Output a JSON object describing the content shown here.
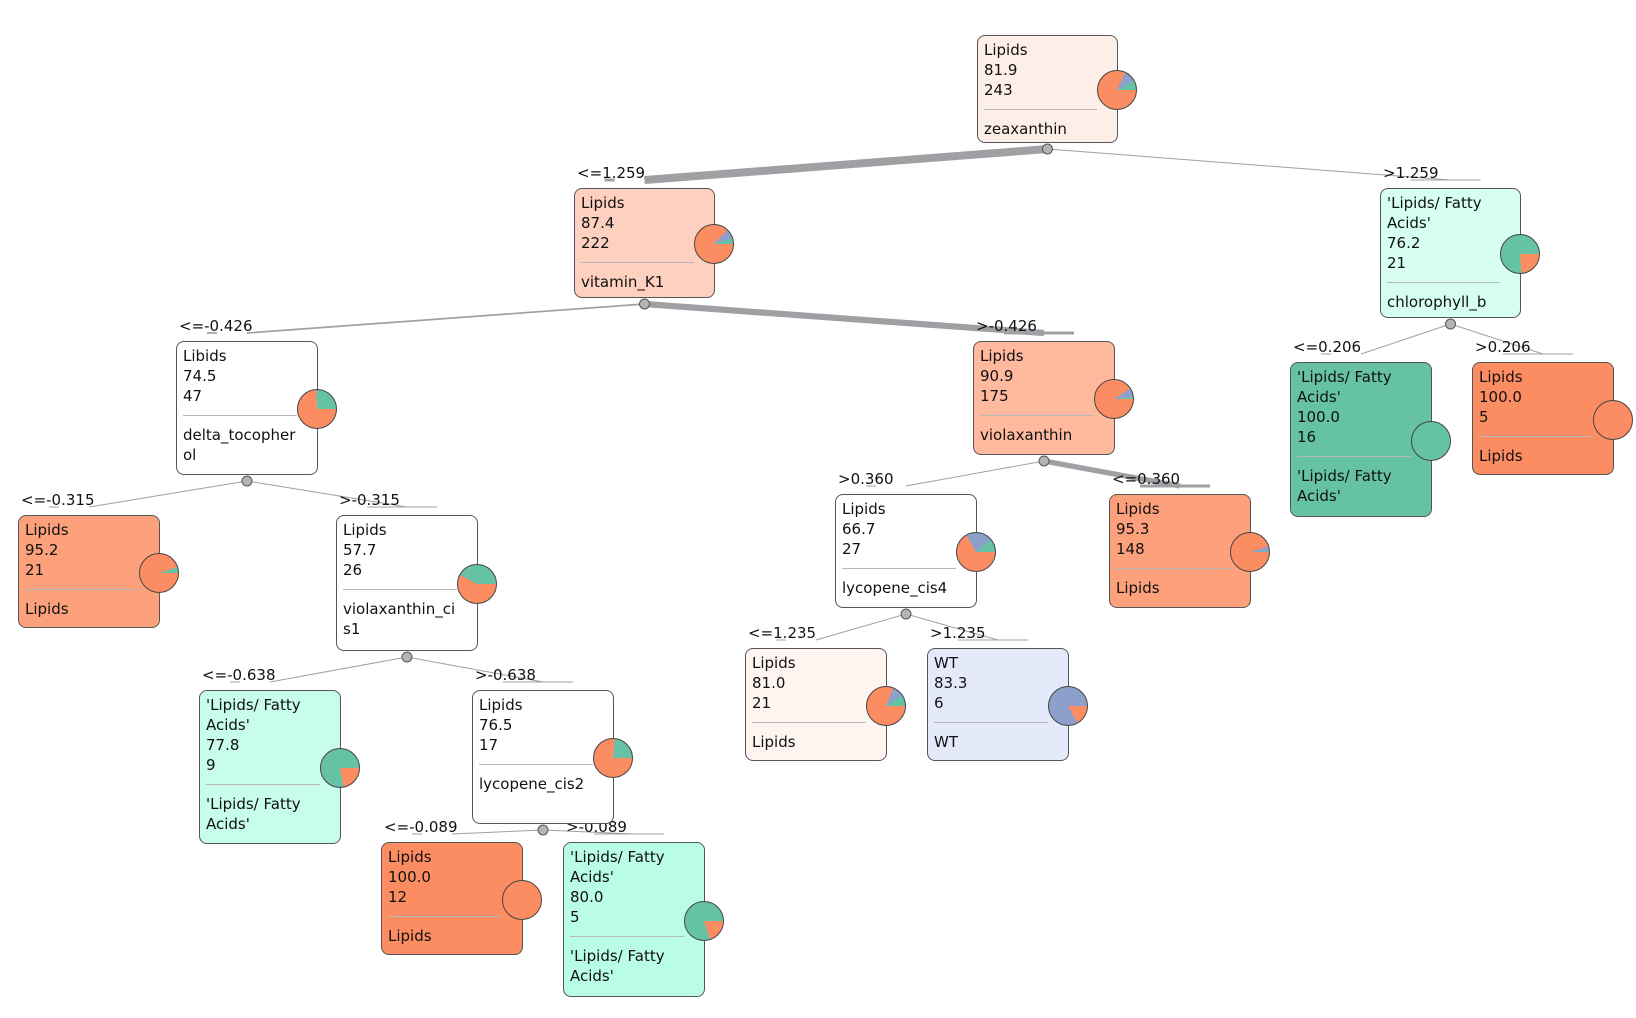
{
  "colors": {
    "lipids": "#fc8d62",
    "fatty_acids": "#66c2a5",
    "wt": "#8da0cb",
    "edge": "#a0a0a4",
    "node_border": "#555555"
  },
  "nodes": [
    {
      "id": "n0",
      "label": "Lipids",
      "score": "81.9",
      "count": "243",
      "split": "zeaxanthin",
      "bg": "#fdefe8",
      "pie": [
        81.9,
        8,
        10.1
      ]
    },
    {
      "id": "n1",
      "label": "Lipids",
      "score": "87.4",
      "count": "222",
      "split": "vitamin_K1",
      "bg": "#fed0bf",
      "pie": [
        87.4,
        5,
        7.6
      ]
    },
    {
      "id": "n2",
      "label": "'Lipids/ Fatty\nAcids'",
      "score": "76.2",
      "count": "21",
      "split": "chlorophyll_b",
      "bg": "#d6fff2",
      "pie": [
        23.8,
        76.2,
        0
      ]
    },
    {
      "id": "n3",
      "label": "Libids",
      "score": "74.5",
      "count": "47",
      "split": "delta_tocopher\nol",
      "bg": "#ffffff",
      "pie": [
        74.5,
        25.5,
        0
      ]
    },
    {
      "id": "n4",
      "label": "Lipids",
      "score": "90.9",
      "count": "175",
      "split": "violaxanthin",
      "bg": "#feb99e",
      "pie": [
        90.9,
        2,
        7.1
      ]
    },
    {
      "id": "n5",
      "label": "'Lipids/ Fatty\nAcids'",
      "score": "100.0",
      "count": "16",
      "split": "'Lipids/ Fatty\nAcids'",
      "bg": "#66c2a5",
      "pie": [
        0,
        100,
        0
      ]
    },
    {
      "id": "n6",
      "label": "Lipids",
      "score": "100.0",
      "count": "5",
      "split": "Lipids",
      "bg": "#fc8d62",
      "pie": [
        100,
        0,
        0
      ]
    },
    {
      "id": "n7",
      "label": "Lipids",
      "score": "95.2",
      "count": "21",
      "split": "Lipids",
      "bg": "#fda17c",
      "pie": [
        95.2,
        4.8,
        0
      ]
    },
    {
      "id": "n8",
      "label": "Lipids",
      "score": "57.7",
      "count": "26",
      "split": "violaxanthin_ci\ns1",
      "bg": "#ffffff",
      "pie": [
        57.7,
        42.3,
        0
      ]
    },
    {
      "id": "n9",
      "label": "Lipids",
      "score": "66.7",
      "count": "27",
      "split": "lycopene_cis4",
      "bg": "#ffffff",
      "pie": [
        66.7,
        11,
        22.3
      ]
    },
    {
      "id": "n10",
      "label": "Lipids",
      "score": "95.3",
      "count": "148",
      "split": "Lipids",
      "bg": "#fda17c",
      "pie": [
        95.3,
        0.7,
        4
      ]
    },
    {
      "id": "n11",
      "label": "'Lipids/ Fatty\nAcids'",
      "score": "77.8",
      "count": "9",
      "split": "'Lipids/ Fatty\nAcids'",
      "bg": "#c7fde9",
      "pie": [
        22.2,
        77.8,
        0
      ]
    },
    {
      "id": "n12",
      "label": "Lipids",
      "score": "76.5",
      "count": "17",
      "split": "lycopene_cis2",
      "bg": "#ffffff",
      "pie": [
        76.5,
        23.5,
        0
      ]
    },
    {
      "id": "n13",
      "label": "Lipids",
      "score": "81.0",
      "count": "21",
      "split": "Lipids",
      "bg": "#fef5f0",
      "pie": [
        81,
        9.5,
        9.5
      ]
    },
    {
      "id": "n14",
      "label": "WT",
      "score": "83.3",
      "count": "6",
      "split": "WT",
      "bg": "#e4eafa",
      "pie": [
        16.7,
        0,
        83.3
      ]
    },
    {
      "id": "n15",
      "label": "Lipids",
      "score": "100.0",
      "count": "12",
      "split": "Lipids",
      "bg": "#fc8d62",
      "pie": [
        100,
        0,
        0
      ]
    },
    {
      "id": "n16",
      "label": "'Lipids/ Fatty\nAcids'",
      "score": "80.0",
      "count": "5",
      "split": "'Lipids/ Fatty\nAcids'",
      "bg": "#bafde6",
      "pie": [
        20,
        80,
        0
      ]
    }
  ],
  "edges": [
    {
      "from": "n0",
      "to": "n1",
      "label": "<=1.259",
      "weight": 222
    },
    {
      "from": "n0",
      "to": "n2",
      "label": ">1.259",
      "weight": 21
    },
    {
      "from": "n1",
      "to": "n3",
      "label": "<=-0.426",
      "weight": 47
    },
    {
      "from": "n1",
      "to": "n4",
      "label": ">-0.426",
      "weight": 175
    },
    {
      "from": "n2",
      "to": "n5",
      "label": "<=0.206",
      "weight": 16
    },
    {
      "from": "n2",
      "to": "n6",
      "label": ">0.206",
      "weight": 5
    },
    {
      "from": "n3",
      "to": "n7",
      "label": "<=-0.315",
      "weight": 21
    },
    {
      "from": "n3",
      "to": "n8",
      "label": ">-0.315",
      "weight": 26
    },
    {
      "from": "n4",
      "to": "n9",
      "label": ">0.360",
      "weight": 27
    },
    {
      "from": "n4",
      "to": "n10",
      "label": "<=0.360",
      "weight": 148
    },
    {
      "from": "n8",
      "to": "n11",
      "label": "<=-0.638",
      "weight": 9
    },
    {
      "from": "n8",
      "to": "n12",
      "label": ">-0.638",
      "weight": 17
    },
    {
      "from": "n9",
      "to": "n13",
      "label": "<=1.235",
      "weight": 21
    },
    {
      "from": "n9",
      "to": "n14",
      "label": ">1.235",
      "weight": 6
    },
    {
      "from": "n12",
      "to": "n15",
      "label": "<=-0.089",
      "weight": 12
    },
    {
      "from": "n12",
      "to": "n16",
      "label": ">-0.089",
      "weight": 5
    }
  ]
}
